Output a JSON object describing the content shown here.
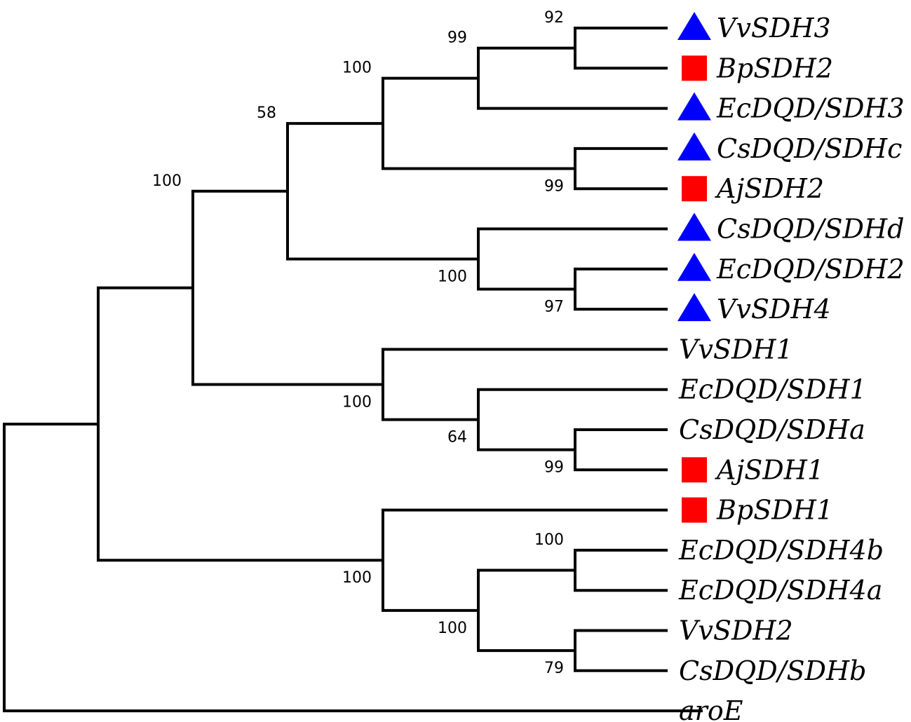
{
  "colors": {
    "triangle": "#0000ff",
    "square": "#ff0000",
    "branch": "#000000"
  },
  "leaves": [
    {
      "id": "t1",
      "label": "VvSDH3",
      "marker": "triangle"
    },
    {
      "id": "t2",
      "label": "BpSDH2",
      "marker": "square"
    },
    {
      "id": "t3",
      "label": "EcDQD/SDH3",
      "marker": "triangle"
    },
    {
      "id": "t4",
      "label": "CsDQD/SDHc",
      "marker": "triangle"
    },
    {
      "id": "t5",
      "label": "AjSDH2",
      "marker": "square"
    },
    {
      "id": "t6",
      "label": "CsDQD/SDHd",
      "marker": "triangle"
    },
    {
      "id": "t7",
      "label": "EcDQD/SDH2",
      "marker": "triangle"
    },
    {
      "id": "t8",
      "label": "VvSDH4",
      "marker": "triangle"
    },
    {
      "id": "t9",
      "label": "VvSDH1",
      "marker": "none"
    },
    {
      "id": "t10",
      "label": "EcDQD/SDH1",
      "marker": "none"
    },
    {
      "id": "t11",
      "label": "CsDQD/SDHa",
      "marker": "none"
    },
    {
      "id": "t12",
      "label": "AjSDH1",
      "marker": "square"
    },
    {
      "id": "t13",
      "label": "BpSDH1",
      "marker": "square"
    },
    {
      "id": "t14",
      "label": "EcDQD/SDH4b",
      "marker": "none"
    },
    {
      "id": "t15",
      "label": "EcDQD/SDH4a",
      "marker": "none"
    },
    {
      "id": "t16",
      "label": "VvSDH2",
      "marker": "none"
    },
    {
      "id": "t17",
      "label": "CsDQD/SDHb",
      "marker": "none"
    },
    {
      "id": "t18",
      "label": "aroE",
      "marker": "none"
    }
  ],
  "nodes": [
    {
      "id": "n1",
      "children": [
        "t1",
        "t2"
      ],
      "support": "92"
    },
    {
      "id": "n2",
      "children": [
        "n1",
        "t3"
      ],
      "support": "99"
    },
    {
      "id": "n3",
      "children": [
        "t4",
        "t5"
      ],
      "support": "99"
    },
    {
      "id": "n4",
      "children": [
        "n2",
        "n3"
      ],
      "support": "100"
    },
    {
      "id": "n5",
      "children": [
        "t7",
        "t8"
      ],
      "support": "97"
    },
    {
      "id": "n6",
      "children": [
        "t6",
        "n5"
      ],
      "support": "100"
    },
    {
      "id": "n7",
      "children": [
        "n4",
        "n6"
      ],
      "support": "58"
    },
    {
      "id": "n8",
      "children": [
        "t11",
        "t12"
      ],
      "support": "99"
    },
    {
      "id": "n9",
      "children": [
        "t10",
        "n8"
      ],
      "support": "64"
    },
    {
      "id": "n10",
      "children": [
        "t9",
        "n9"
      ],
      "support": "100"
    },
    {
      "id": "n11",
      "children": [
        "n7",
        "n10"
      ],
      "support": "100"
    },
    {
      "id": "n12",
      "children": [
        "t14",
        "t15"
      ],
      "support": "100"
    },
    {
      "id": "n13",
      "children": [
        "t16",
        "t17"
      ],
      "support": "79"
    },
    {
      "id": "n14",
      "children": [
        "n12",
        "n13"
      ],
      "support": "100"
    },
    {
      "id": "n15",
      "children": [
        "t13",
        "n14"
      ],
      "support": "100"
    },
    {
      "id": "n16",
      "children": [
        "n11",
        "n15"
      ],
      "support": ""
    },
    {
      "id": "root",
      "children": [
        "n16",
        "t18"
      ],
      "support": ""
    }
  ]
}
